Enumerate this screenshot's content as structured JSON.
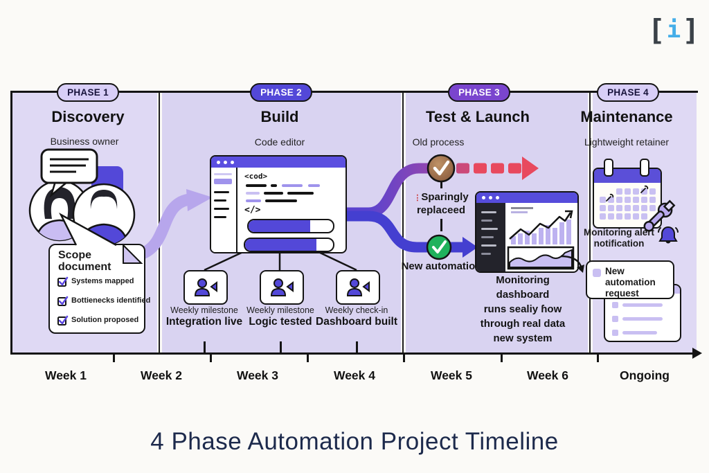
{
  "logo": {
    "open": "[",
    "i": "i",
    "close": "]"
  },
  "header": {
    "title": "4 Phase Automation Project Timeline"
  },
  "phases": [
    {
      "badge": "PHASE 1",
      "title": "Discovery",
      "caption": "Business owner"
    },
    {
      "badge": "PHASE 2",
      "title": "Build",
      "caption": "Code editor"
    },
    {
      "badge": "PHASE 3",
      "title": "Test & Launch",
      "caption": "Old process"
    },
    {
      "badge": "PHASE 4",
      "title": "Maintenance",
      "caption": "Lightweight retainer"
    }
  ],
  "scope_document": {
    "title": "Scope document",
    "items": [
      "Systems mapped",
      "Bottienecks identified",
      "Solution proposed"
    ]
  },
  "code_editor": {
    "open_tag": "<cod>",
    "close_tag": "</>"
  },
  "milestones": [
    {
      "type": "Weekly milestone",
      "result": "Integration live"
    },
    {
      "type": "Weekly milestone",
      "result": "Logic tested"
    },
    {
      "type": "Weekly check-in",
      "result": "Dashboard built"
    }
  ],
  "launch": {
    "replaced_line1": "Sparingly",
    "replaced_line2": "replaceed",
    "new_automation_label": "New automation",
    "caption_lines": [
      "Monitoring dashboard",
      "runs sealiy ɦow",
      "through real data",
      "new system"
    ]
  },
  "maintenance": {
    "alert_line1": "Monitoring alert",
    "alert_line2": "notification",
    "request_label": "New automation request"
  },
  "timeline": {
    "labels": [
      "Week 1",
      "Week 2",
      "Week 3",
      "Week 4",
      "Week 5",
      "Week 6",
      "Ongoing"
    ]
  },
  "icons": {
    "glitch_dots": "⋮"
  },
  "colors": {
    "accent_indigo": "#5348d8",
    "accent_purple": "#7a45ce",
    "panel_lavender": "#dcd6f2",
    "success_green": "#1fb25c",
    "fail_red": "#e8495e",
    "old_brown": "#a9764f",
    "title_navy": "#1d2a4c",
    "logo_blue": "#45aee8"
  }
}
